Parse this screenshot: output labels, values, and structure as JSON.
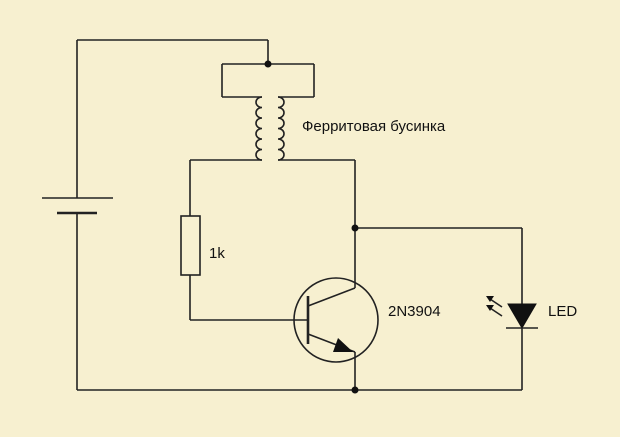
{
  "diagram": {
    "type": "circuit-schematic",
    "background_color": "#f7f0d0",
    "line_color": "#222222",
    "components": {
      "ferrite_bead_label": "Ферритовая бусинка",
      "resistor_label": "1k",
      "transistor_label": "2N3904",
      "led_label": "LED"
    }
  }
}
